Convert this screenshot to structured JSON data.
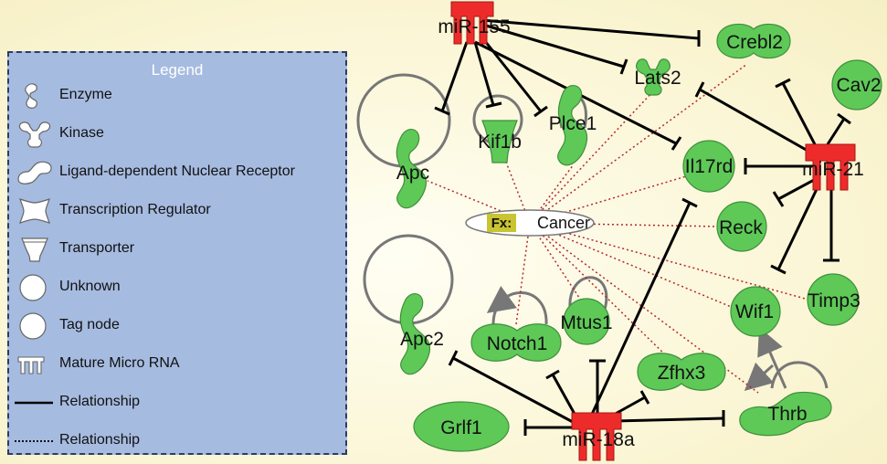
{
  "legend": {
    "title": "Legend",
    "items": [
      {
        "icon": "enzyme-icon",
        "label": "Enzyme"
      },
      {
        "icon": "kinase-icon",
        "label": "Kinase"
      },
      {
        "icon": "ligand-receptor-icon",
        "label": "Ligand-dependent Nuclear Receptor"
      },
      {
        "icon": "transcription-regulator-icon",
        "label": "Transcription Regulator"
      },
      {
        "icon": "transporter-icon",
        "label": "Transporter"
      },
      {
        "icon": "unknown-icon",
        "label": "Unknown"
      },
      {
        "icon": "tag-node-icon",
        "label": "Tag node"
      },
      {
        "icon": "mature-microrna-icon",
        "label": "Mature Micro RNA"
      },
      {
        "icon": "solid-line-icon",
        "label": "Relationship"
      },
      {
        "icon": "dotted-line-icon",
        "label": "Relationship"
      }
    ]
  },
  "network": {
    "function_node": {
      "badge": "Fx:",
      "label": "Cancer"
    },
    "nodes": {
      "mir155": "miR-155",
      "mir21": "miR-21",
      "mir18a": "miR-18a",
      "crebl2": "Crebl2",
      "cav2": "Cav2",
      "lats2": "Lats2",
      "kif1b": "Kif1b",
      "plce1": "Plce1",
      "apc": "Apc",
      "il17rd": "Il17rd",
      "reck": "Reck",
      "timp3": "Timp3",
      "wif1": "Wif1",
      "apc2": "Apc2",
      "notch1": "Notch1",
      "mtus1": "Mtus1",
      "zfhx3": "Zfhx3",
      "thrb": "Thrb",
      "grlf1": "Grlf1"
    }
  },
  "colors": {
    "node_green": "#5ec957",
    "node_stroke": "#3f8f3c",
    "mirna_red": "#ee2b2b",
    "legend_bg": "#a6bbe0",
    "dotted_line": "#b42828",
    "fx_badge": "#c9c431"
  }
}
